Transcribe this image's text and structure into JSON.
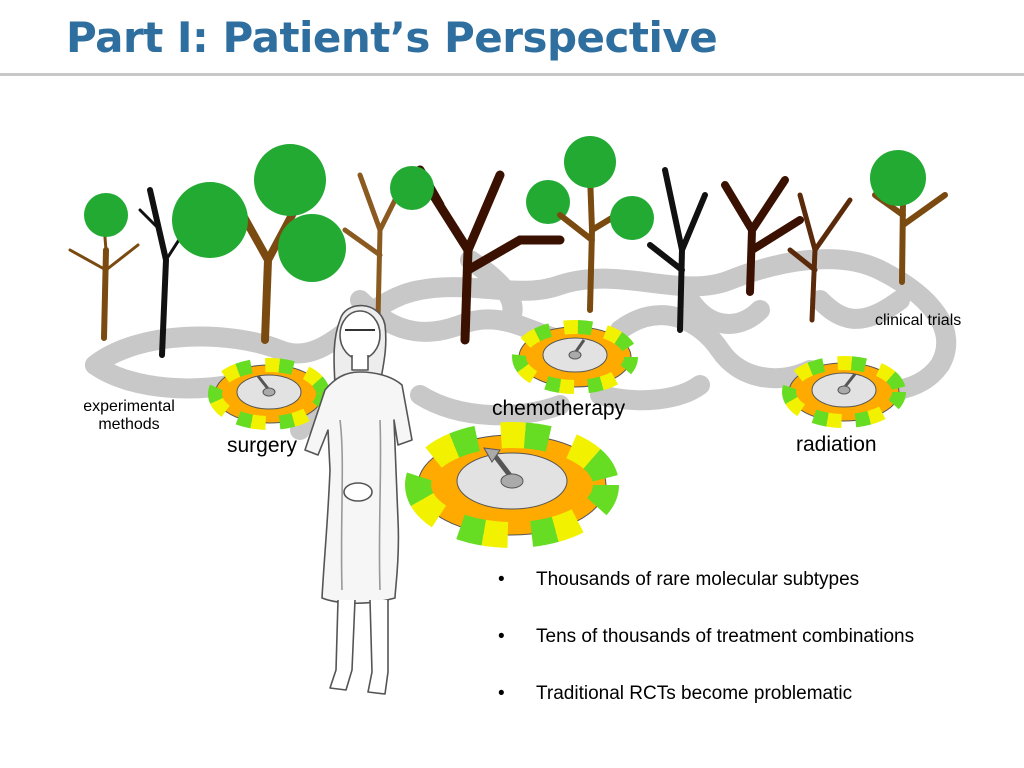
{
  "slide": {
    "title": "Part I: Patient’s Perspective"
  },
  "labels": {
    "clinical_trials": "clinical trials",
    "experimental_methods_line1": "experimental",
    "experimental_methods_line2": "methods",
    "surgery": "surgery",
    "chemotherapy": "chemotherapy",
    "radiation": "radiation"
  },
  "bullets": [
    "Thousands of rare molecular subtypes",
    "Tens of thousands of treatment combinations",
    "Traditional RCTs become problematic"
  ],
  "icons": {
    "spinners": [
      "surgery-spinner-icon",
      "chemotherapy-spinner-icon",
      "radiation-spinner-icon",
      "patient-spinner-icon"
    ],
    "trees": "tree-icon",
    "person": "patient-icon",
    "paths": "winding-path-icon"
  },
  "colors": {
    "title": "#2F6F9F",
    "spinner_green": "#66DD22",
    "spinner_yellow": "#F2F200",
    "spinner_orange": "#FFAA00",
    "path_gray": "#C8C8C8",
    "leaf_green": "#22AA33",
    "trunk_brown": "#7A4A10",
    "trunk_dark": "#3A1000"
  }
}
